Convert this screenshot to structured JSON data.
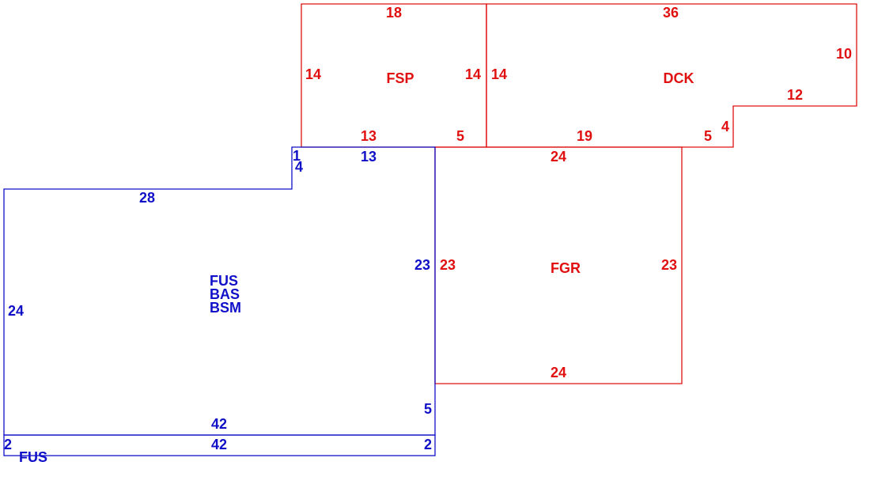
{
  "colors": {
    "living": "#1010c8",
    "attached": "#e01010"
  },
  "areas": {
    "fsp": {
      "label": "FSP"
    },
    "dck": {
      "label": "DCK"
    },
    "fgr": {
      "label": "FGR"
    },
    "main": {
      "label_line1": "FUS",
      "label_line2": "BAS",
      "label_line3": "BSM"
    },
    "strip": {
      "label": "FUS"
    }
  },
  "dims": {
    "fsp_top": "18",
    "fsp_left": "14",
    "fsp_right": "14",
    "fsp_bottom_left": "13",
    "fsp_bottom_right": "5",
    "dck_top": "36",
    "dck_left": "14",
    "dck_right": "10",
    "dck_step_top": "12",
    "dck_step_side": "4",
    "dck_bottom_left": "19",
    "dck_bottom_right": "5",
    "fgr_top": "24",
    "fgr_left": "23",
    "fgr_right": "23",
    "fgr_bottom": "24",
    "main_notch_side_a": "1",
    "main_notch_side_b": "4",
    "main_top_right": "13",
    "main_top_left": "28",
    "main_right": "23",
    "main_left": "24",
    "main_right_lower": "5",
    "main_bottom": "42",
    "strip_top": "42",
    "strip_left": "2",
    "strip_right": "2"
  }
}
